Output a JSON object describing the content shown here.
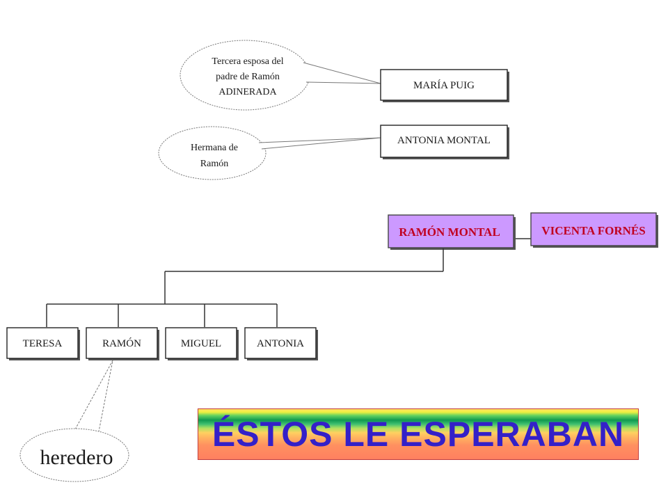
{
  "bubbles": {
    "wife": {
      "lines": [
        "Tercera esposa del",
        "padre de  Ramón",
        "ADINERADA"
      ]
    },
    "sister": {
      "lines": [
        "Hermana de",
        "Ramón"
      ]
    },
    "heir": {
      "lines": [
        "heredero"
      ]
    }
  },
  "nodes": {
    "maria_puig": "MARÍA PUIG",
    "antonia_montal": "ANTONIA MONTAL",
    "ramon_montal": "RAMÓN MONTAL",
    "vicenta_fornes": "VICENTA FORNÉS",
    "children": [
      "TERESA",
      "RAMÓN",
      "MIGUEL",
      "ANTONIA"
    ]
  },
  "colors": {
    "highlight_fill": "#cc99ff",
    "highlight_text": "#c00020",
    "banner_text": "#3420c8"
  },
  "banner": {
    "text": "ÉSTOS LE ESPERABAN"
  }
}
